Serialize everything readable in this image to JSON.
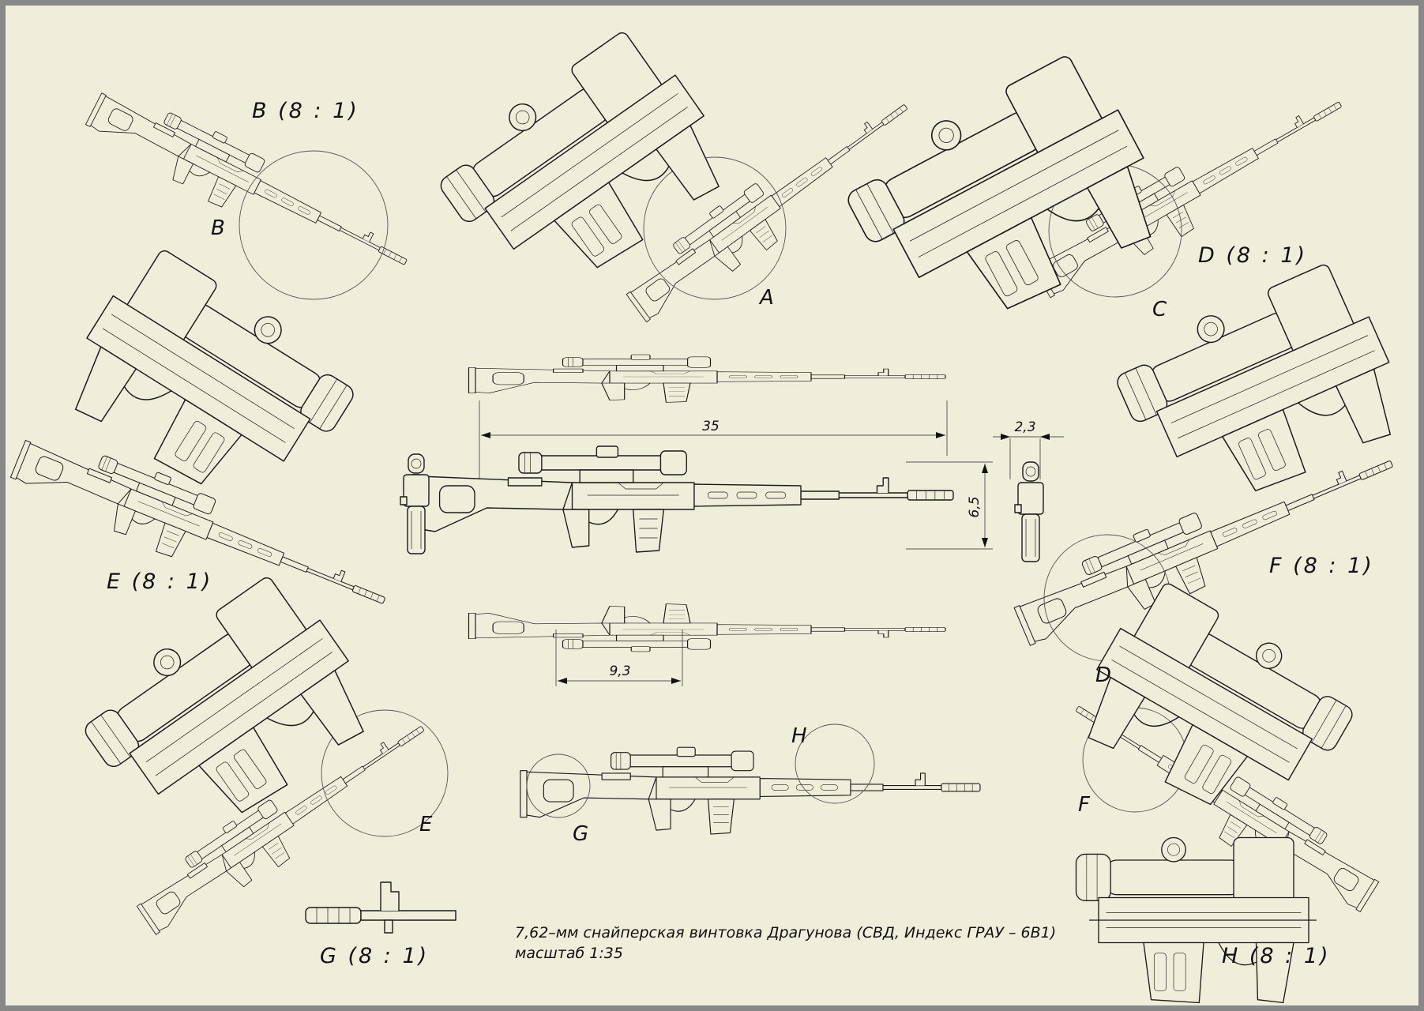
{
  "colors": {
    "paper": "#efeedb",
    "frame": "#888888",
    "ink": "#1a1a1a"
  },
  "view_labels": {
    "b81": "B (8 : 1)",
    "d81": "D (8 : 1)",
    "e81": "E (8 : 1)",
    "f81": "F (8 : 1)",
    "g81": "G (8 : 1)",
    "h81": "H (8 : 1)"
  },
  "detail_letters": {
    "a": "A",
    "b": "B",
    "c": "C",
    "d": "D",
    "e": "E",
    "f": "F",
    "g": "G",
    "h": "H"
  },
  "dimensions": {
    "length": "35",
    "height": "6,5",
    "width": "2,3",
    "scope_length": "9,3"
  },
  "caption": {
    "line1": "7,62–мм снайперская винтовка Драгунова (СВД, Индекс ГРАУ – 6В1)",
    "line2": "масштаб 1:35"
  }
}
